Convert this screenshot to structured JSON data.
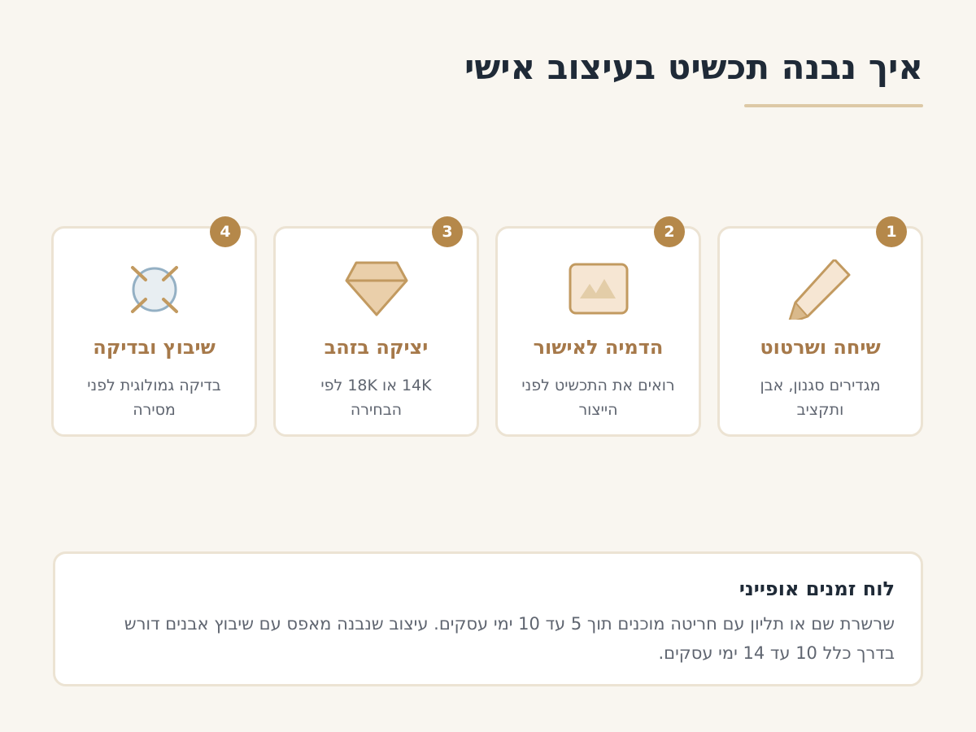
{
  "page": {
    "title": "איך נבנה תכשיט בעיצוב אישי"
  },
  "steps": [
    {
      "number": "1",
      "title": "שיחה ושרטוט",
      "description": "מגדירים סגנון, אבן ותקציב",
      "icon": "pencil-icon"
    },
    {
      "number": "2",
      "title": "הדמיה לאישור",
      "description": "רואים את התכשיט לפני הייצור",
      "icon": "image-icon"
    },
    {
      "number": "3",
      "title": "יציקה בזהב",
      "description": "14K או 18K לפי הבחירה",
      "icon": "diamond-icon"
    },
    {
      "number": "4",
      "title": "שיבוץ ובדיקה",
      "description": "בדיקה גמולוגית לפני מסירה",
      "icon": "stone-setting-icon"
    }
  ],
  "timeline": {
    "title": "לוח זמנים אופייני",
    "text": "שרשרת שם או תליון עם חריטה מוכנים תוך 5 עד 10 ימי עסקים. עיצוב שנבנה מאפס עם שיבוץ אבנים דורש בדרך כלל 10 עד 14 ימי עסקים."
  },
  "colors": {
    "background": "#f9f6f0",
    "accent": "#b5884a",
    "card_title": "#a6794a",
    "card_border": "#ece3d3",
    "heading": "#1f2a37",
    "body_text": "#5f6570"
  }
}
